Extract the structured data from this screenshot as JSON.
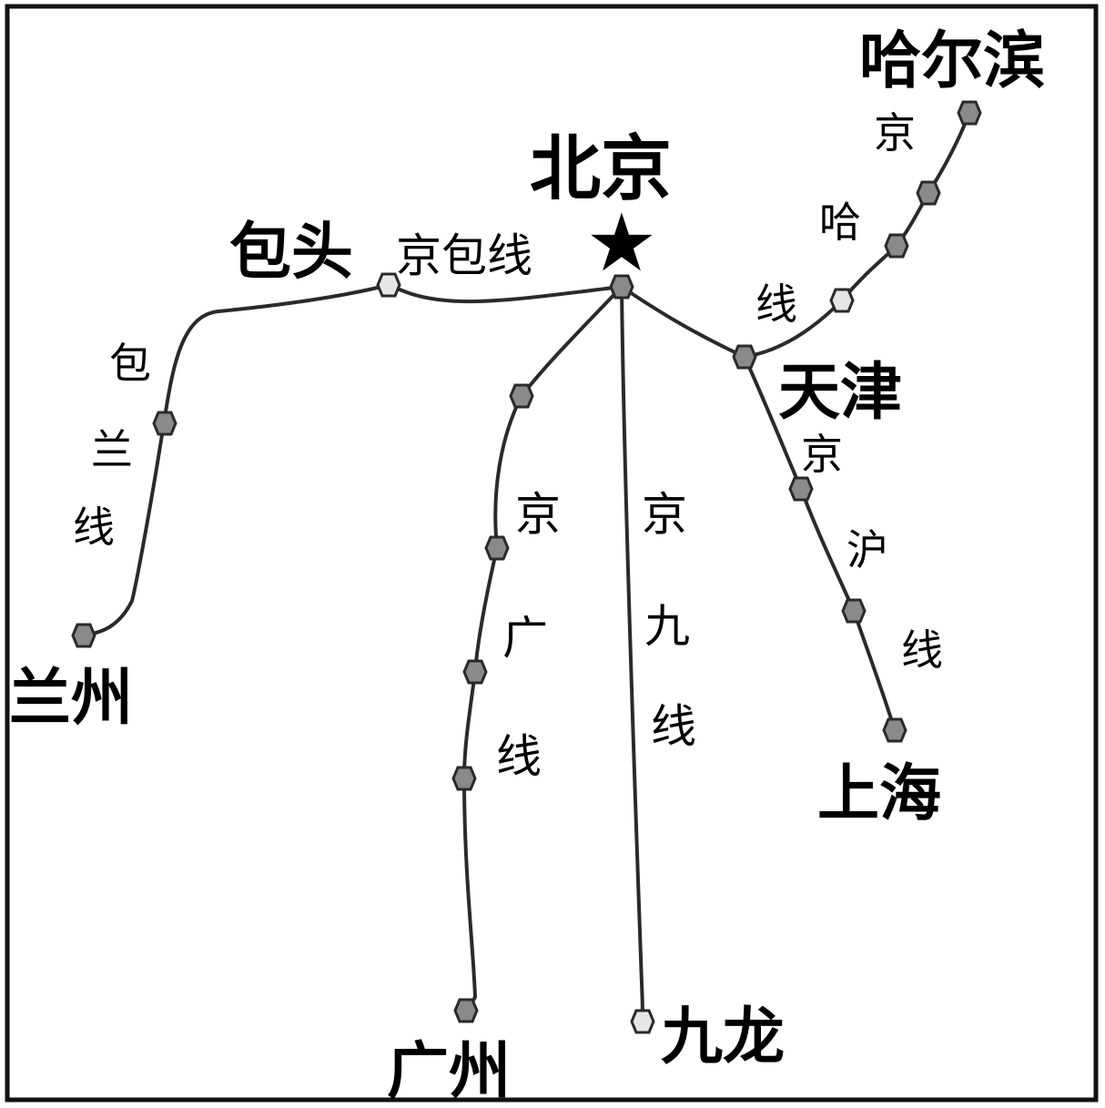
{
  "cities": {
    "beijing": "北京",
    "harbin": "哈尔滨",
    "tianjin": "天津",
    "shanghai": "上海",
    "baotou": "包头",
    "lanzhou": "兰州",
    "guangzhou": "广州",
    "jiulong": "九龙"
  },
  "lines": {
    "jingbao": "京包线",
    "baolan": [
      "包",
      "兰",
      "线"
    ],
    "jingha": [
      "京",
      "哈",
      "线"
    ],
    "jinghu": [
      "京",
      "沪",
      "线"
    ],
    "jingguang": [
      "京",
      "广",
      "线"
    ],
    "jingjiu": [
      "京",
      "九",
      "线"
    ]
  },
  "legend": {
    "capital_symbol": "★"
  }
}
